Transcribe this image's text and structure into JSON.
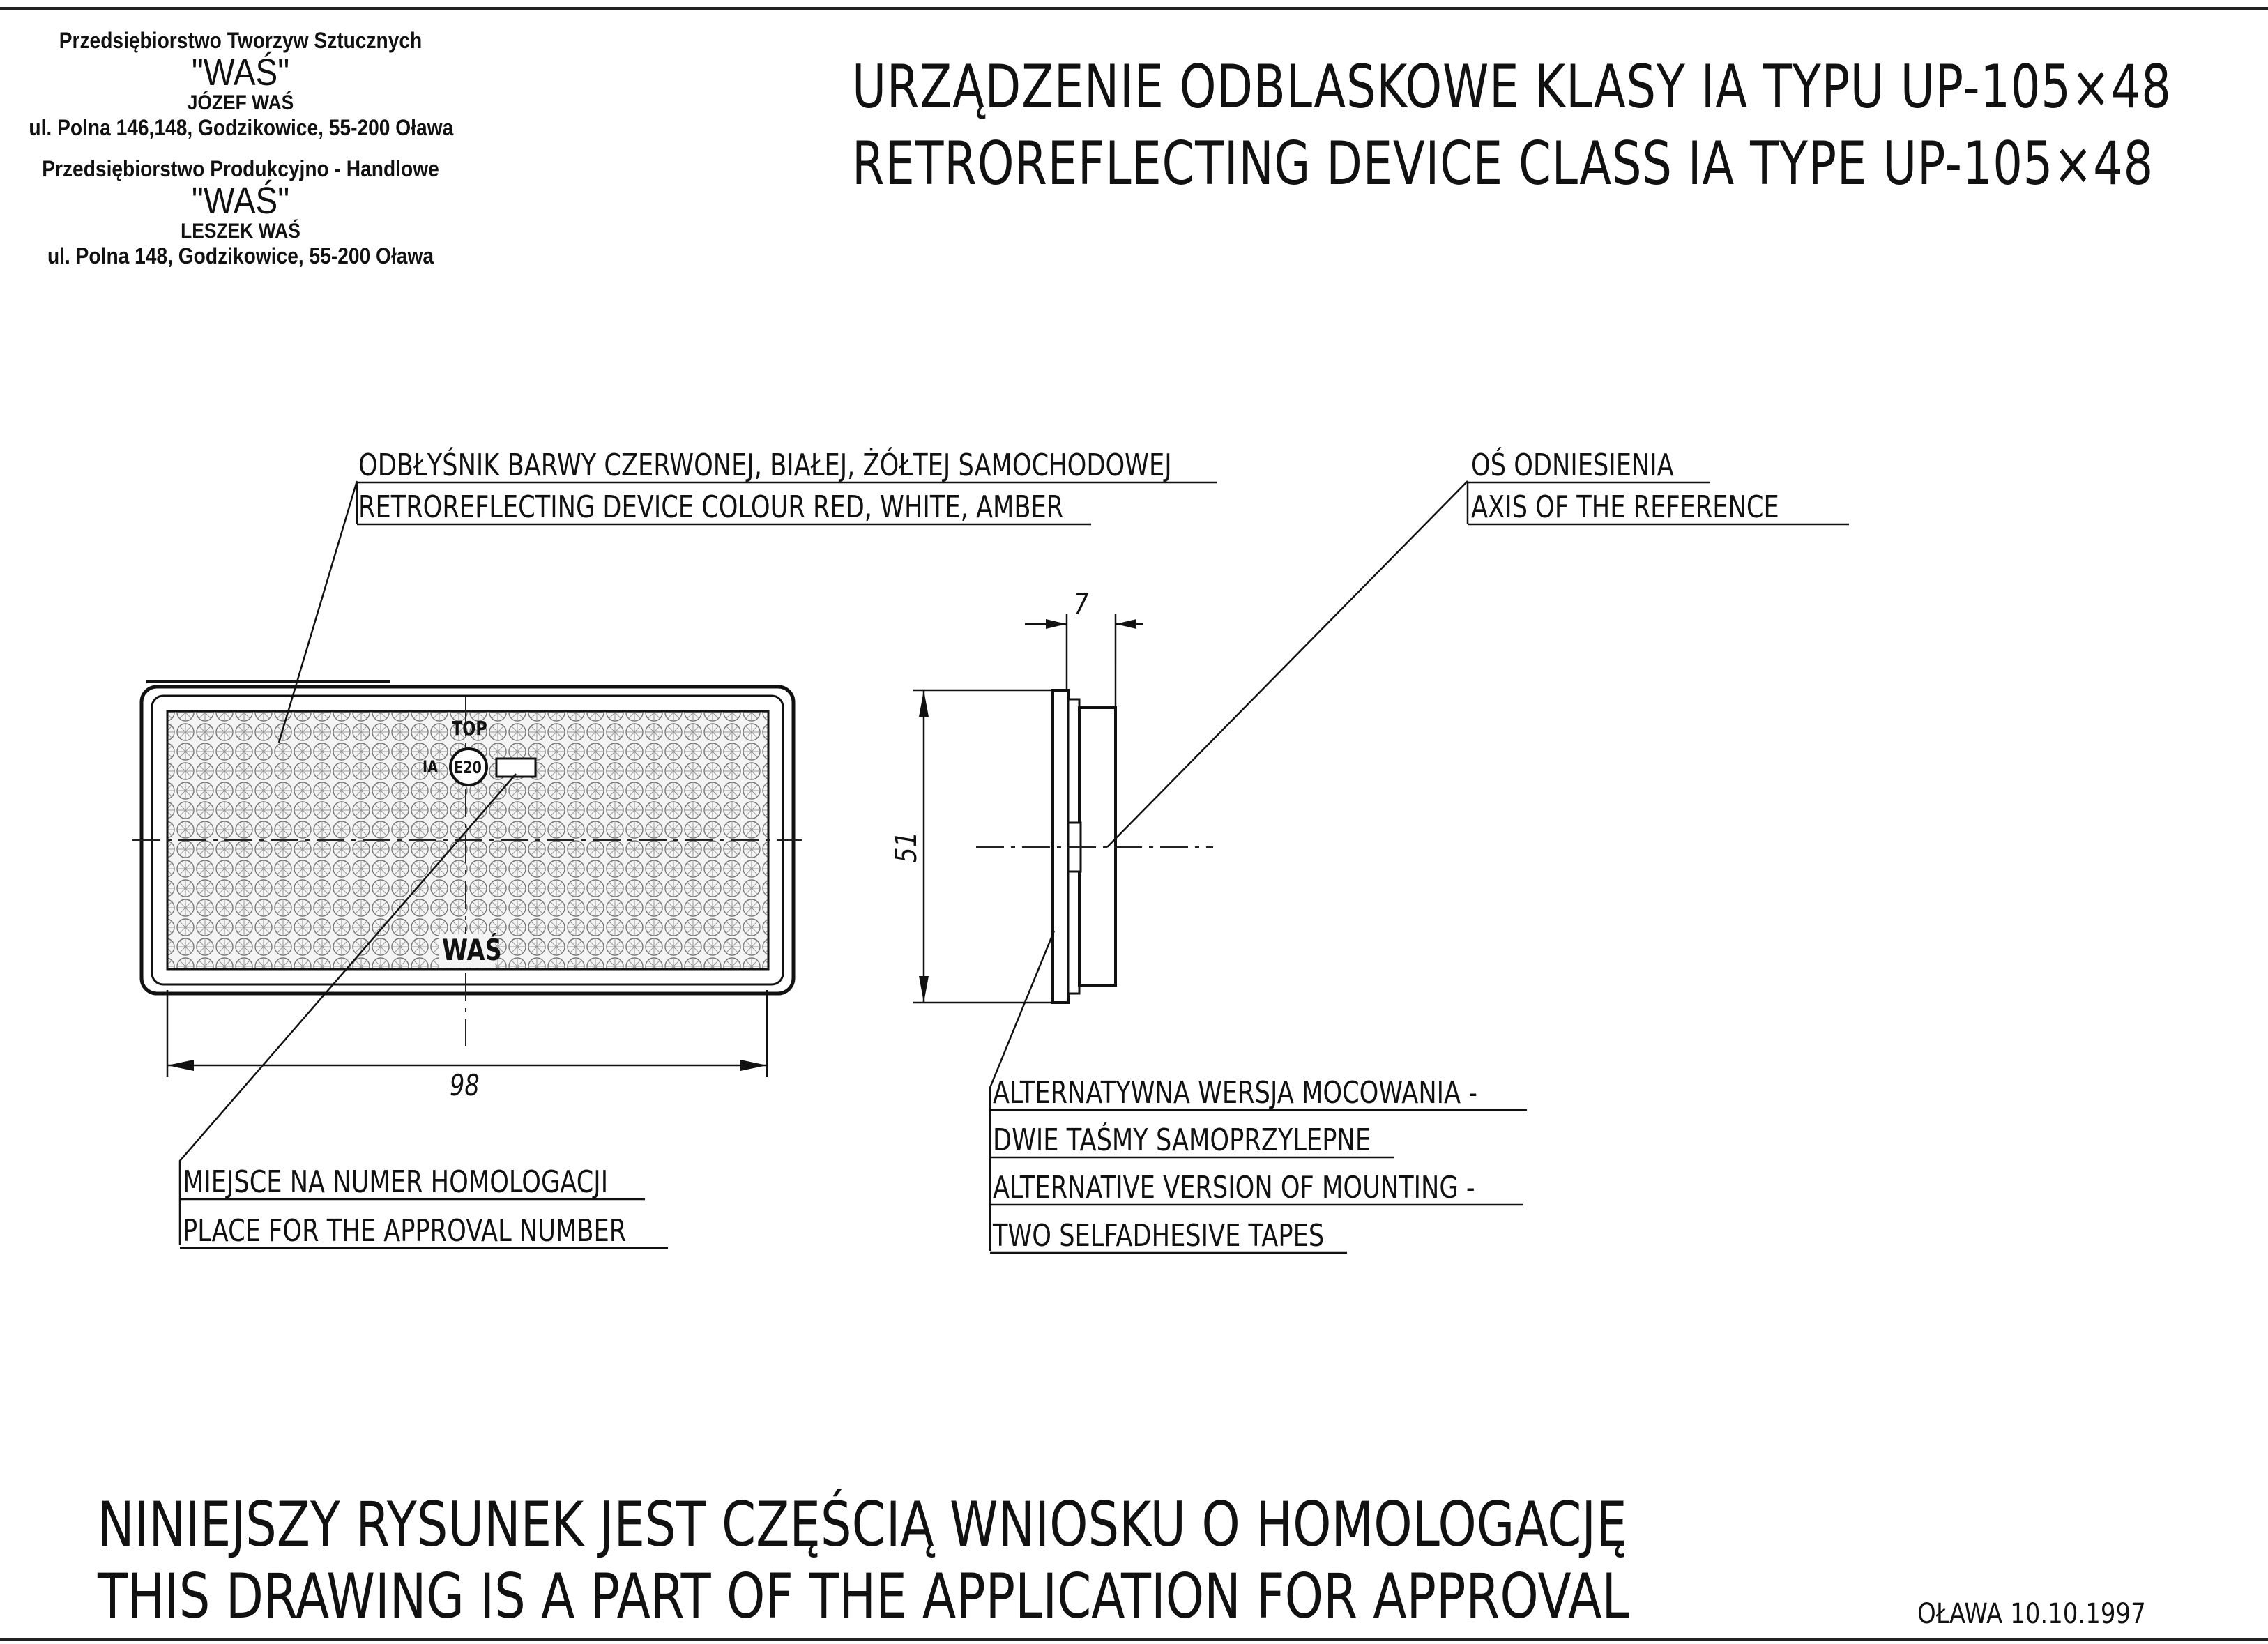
{
  "company": {
    "c1_line1": "Przedsiębiorstwo Tworzyw Sztucznych",
    "c1_name": "\"WAŚ\"",
    "c1_owner": "JÓZEF WAŚ",
    "c1_address": "ul. Polna 146,148, Godzikowice, 55-200 Oława",
    "c2_line1": "Przedsiębiorstwo Produkcyjno - Handlowe",
    "c2_name": "\"WAŚ\"",
    "c2_owner": "LESZEK WAŚ",
    "c2_address": "ul. Polna 148, Godzikowice, 55-200 Oława"
  },
  "title": {
    "pl": "URZĄDZENIE ODBLASKOWE KLASY IA TYPU UP-105×48",
    "en": "RETROREFLECTING DEVICE CLASS IA TYPE UP-105×48"
  },
  "labels": {
    "reflector_pl": "ODBŁYŚNIK BARWY CZERWONEJ, BIAŁEJ, ŻÓŁTEJ SAMOCHODOWEJ",
    "reflector_en": "RETROREFLECTING DEVICE COLOUR RED, WHITE, AMBER",
    "axis_pl": "OŚ ODNIESIENIA",
    "axis_en": "AXIS OF THE REFERENCE",
    "approval_pl": "MIEJSCE NA NUMER HOMOLOGACJI",
    "approval_en": "PLACE FOR THE APPROVAL NUMBER",
    "mount_pl_1": "ALTERNATYWNA WERSJA MOCOWANIA -",
    "mount_pl_2": "DWIE TAŚMY SAMOPRZYLEPNE",
    "mount_en_1": "ALTERNATIVE VERSION OF MOUNTING -",
    "mount_en_2": "TWO SELFADHESIVE TAPES"
  },
  "drawing": {
    "top_mark": "TOP",
    "class_mark": "IA",
    "e_mark": "E20",
    "brand": "WAŚ",
    "dim_width": "98",
    "dim_height": "51",
    "dim_depth": "7"
  },
  "footer": {
    "pl": "NINIEJSZY RYSUNEK JEST CZĘŚCIĄ WNIOSKU O HOMOLOGACJĘ",
    "en": "THIS DRAWING IS A PART OF THE APPLICATION FOR APPROVAL",
    "date": "OŁAWA 10.10.1997"
  }
}
